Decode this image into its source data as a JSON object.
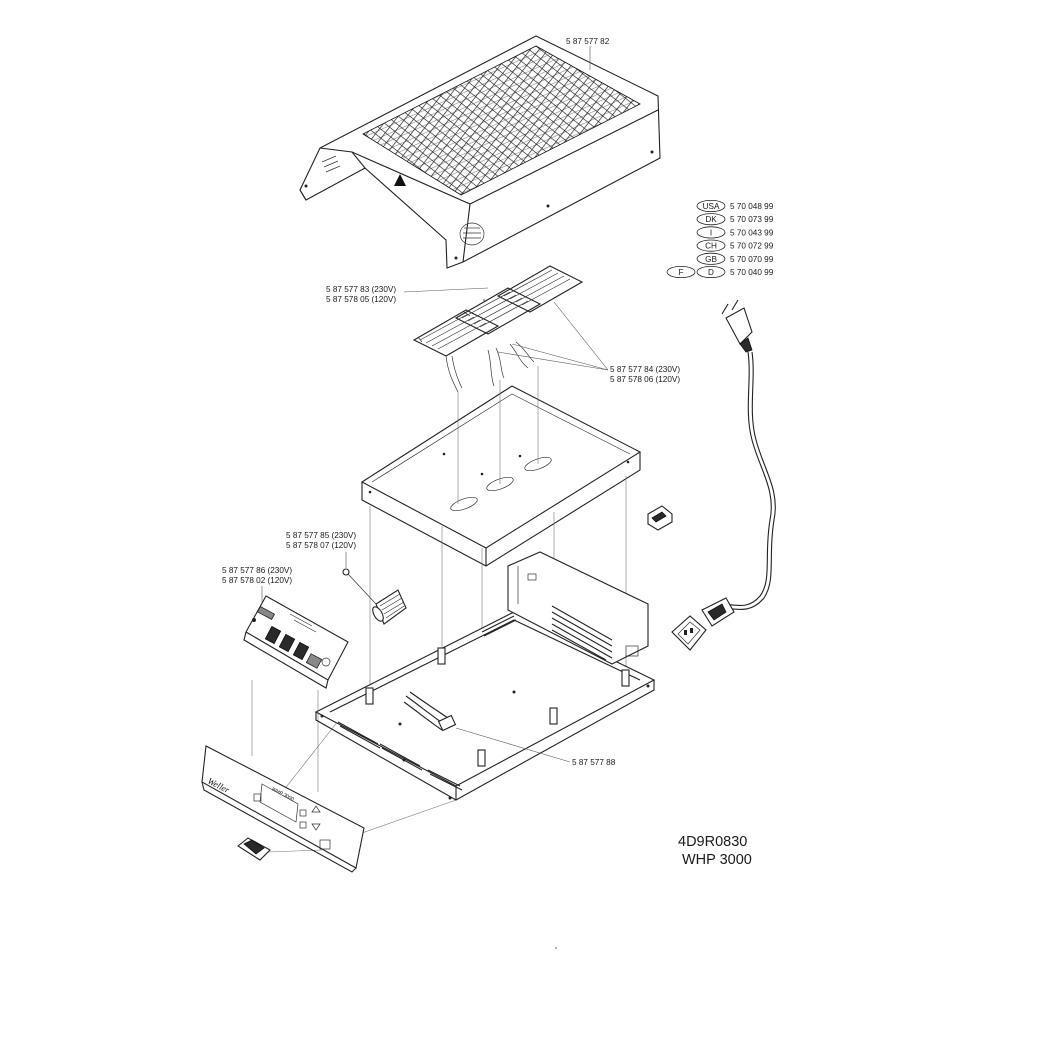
{
  "drawing": {
    "doc_number": "4D9R0830",
    "model": "WHP 3000"
  },
  "parts": {
    "cover": "5 87 577 82",
    "heater_group_230": "5 87 577 83 (230V)",
    "heater_group_120": "5 87 578 05 (120V)",
    "heater_elem_230": "5 87 577 84 (230V)",
    "heater_elem_120": "5 87 578 06 (120V)",
    "sensor_230": "5 87 577 85 (230V)",
    "sensor_120": "5 87 578 07 (120V)",
    "pcb_230": "5 87 577 86 (230V)",
    "pcb_120": "5 87 578 02 (120V)",
    "cable_harness": "5 87 577 88"
  },
  "power_cords": [
    {
      "codes": [
        "USA"
      ],
      "part": "5 70 048 99"
    },
    {
      "codes": [
        "DK"
      ],
      "part": "5 70 073 99"
    },
    {
      "codes": [
        "I"
      ],
      "part": "5 70 043 99"
    },
    {
      "codes": [
        "CH"
      ],
      "part": "5 70 072 99"
    },
    {
      "codes": [
        "GB"
      ],
      "part": "5 70 070 99"
    },
    {
      "codes": [
        "F",
        "D"
      ],
      "part": "5 70 040 99"
    }
  ],
  "front_panel": {
    "brand": "Weller",
    "model_label": "WHP 3000"
  },
  "colors": {
    "line": "#222222",
    "paper": "#ffffff"
  }
}
